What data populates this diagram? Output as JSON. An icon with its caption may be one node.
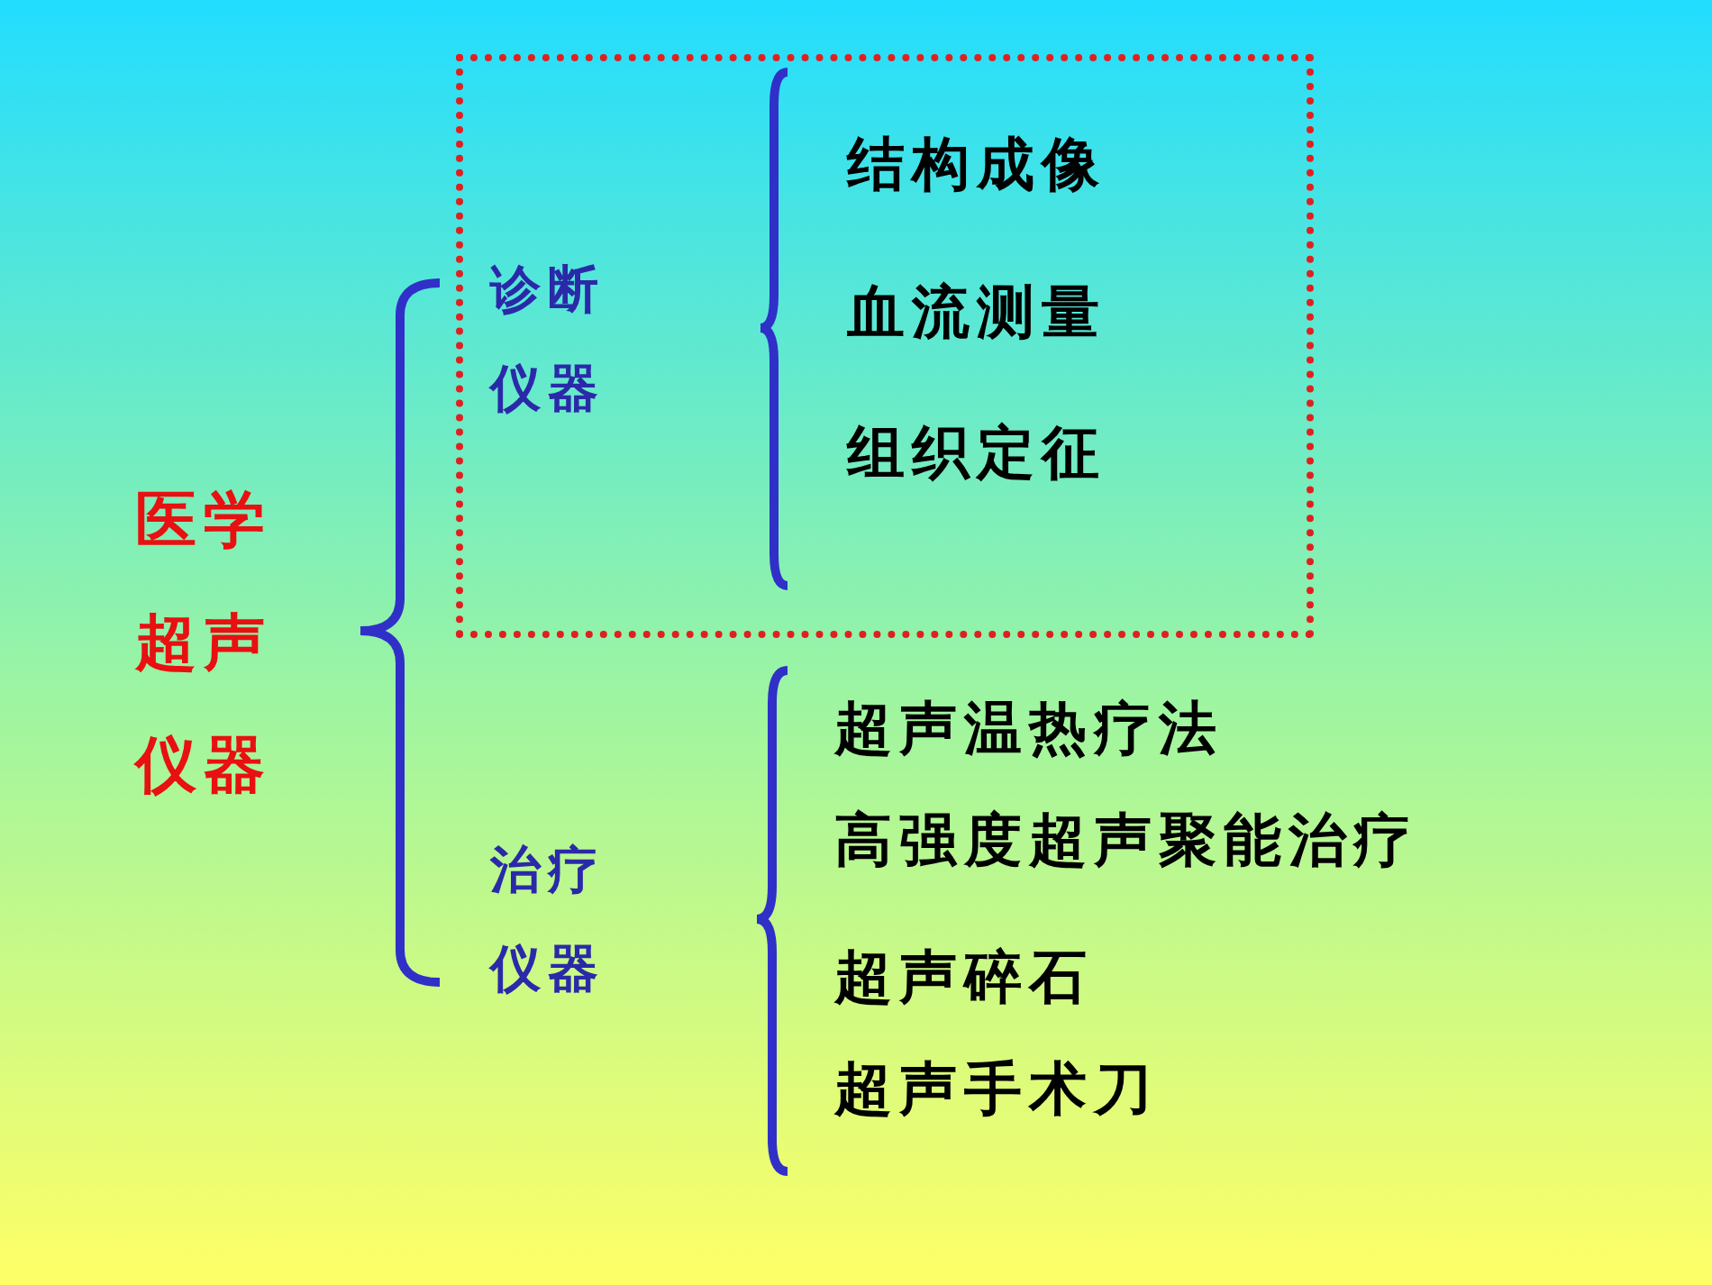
{
  "diagram": {
    "nodes": [
      {
        "text": [],
        "shape": "box"
      },
      {
        "text": [
          "诊断仪器"
        ],
        "in": 0
      },
      {
        "text": [
          "结构成像"
        ],
        "in": 0
      },
      {
        "text": [
          "血流测量"
        ],
        "in": 0
      },
      {
        "text": [
          "组织定征"
        ],
        "in": 0
      }
    ],
    "labels": [
      "医学超声仪器",
      "治疗仪器",
      "超声温热疗法",
      "高强度超声聚能治疗",
      "超声碎石",
      "超声手术刀"
    ]
  }
}
